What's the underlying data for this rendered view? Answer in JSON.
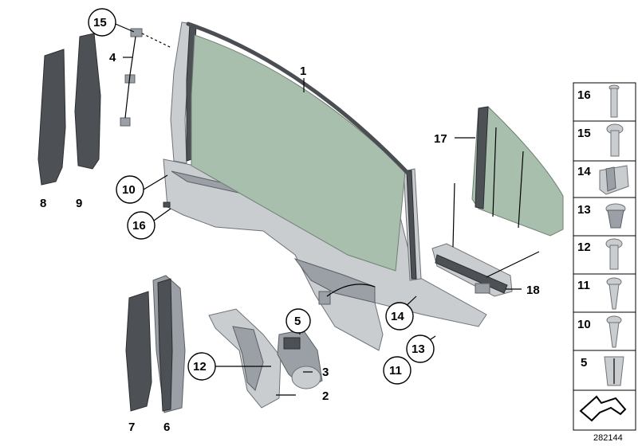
{
  "callouts": {
    "c1": "1",
    "c2": "2",
    "c3": "3",
    "c4": "4",
    "c5": "5",
    "c6": "6",
    "c7": "7",
    "c8": "8",
    "c9": "9",
    "c10": "10",
    "c11": "11",
    "c12": "12",
    "c13": "13",
    "c14": "14",
    "c15": "15",
    "c16": "16",
    "c17": "17",
    "c18": "18"
  },
  "legend": {
    "items": [
      "16",
      "15",
      "14",
      "13",
      "12",
      "11",
      "10",
      "5"
    ]
  },
  "reference_number": "282144"
}
